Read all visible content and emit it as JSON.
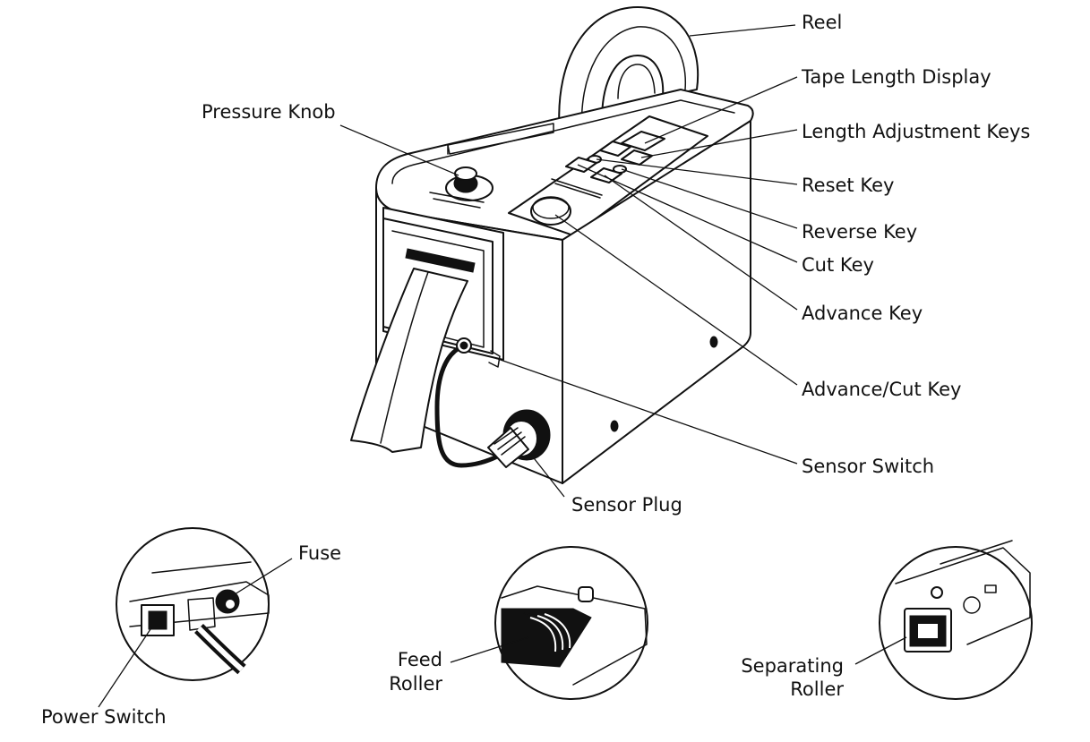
{
  "labels": {
    "reel": "Reel",
    "tape_length_display": "Tape Length Display",
    "length_adjustment_keys": "Length Adjustment Keys",
    "reset_key": "Reset Key",
    "reverse_key": "Reverse Key",
    "cut_key": "Cut Key",
    "advance_key": "Advance Key",
    "advance_cut_key": "Advance/Cut Key",
    "sensor_switch": "Sensor Switch",
    "sensor_plug": "Sensor Plug",
    "pressure_knob": "Pressure Knob",
    "fuse": "Fuse",
    "power_switch": "Power Switch",
    "feed_roller_line1": "Feed",
    "feed_roller_line2": "Roller",
    "separating_roller_line1": "Separating",
    "separating_roller_line2": "Roller"
  }
}
